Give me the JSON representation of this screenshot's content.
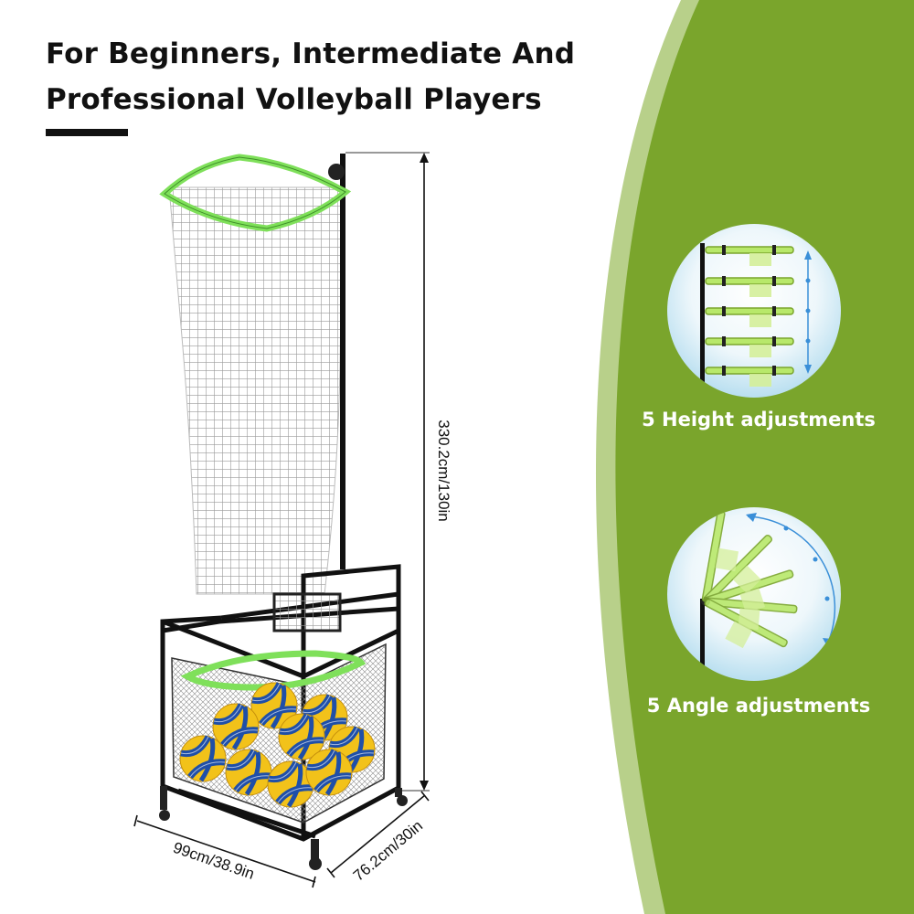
{
  "headline": {
    "line1": "For Beginners, Intermediate And",
    "line2": "Professional Volleyball Players"
  },
  "dimensions": {
    "height": "330.2cm/130in",
    "width": "99cm/38.9in",
    "depth": "76.2cm/30in"
  },
  "features": [
    {
      "label": "5 Height adjustments",
      "icon": "height-adjust-icon"
    },
    {
      "label": "5 Angle adjustments",
      "icon": "angle-adjust-icon"
    }
  ],
  "colors": {
    "panel_green": "#7aa52c",
    "panel_stripe": "#a9c46a",
    "accent_green": "#7fe05a",
    "ball_yellow": "#f2c21a",
    "ball_blue": "#1f4fa8",
    "frame_black": "#111111"
  }
}
